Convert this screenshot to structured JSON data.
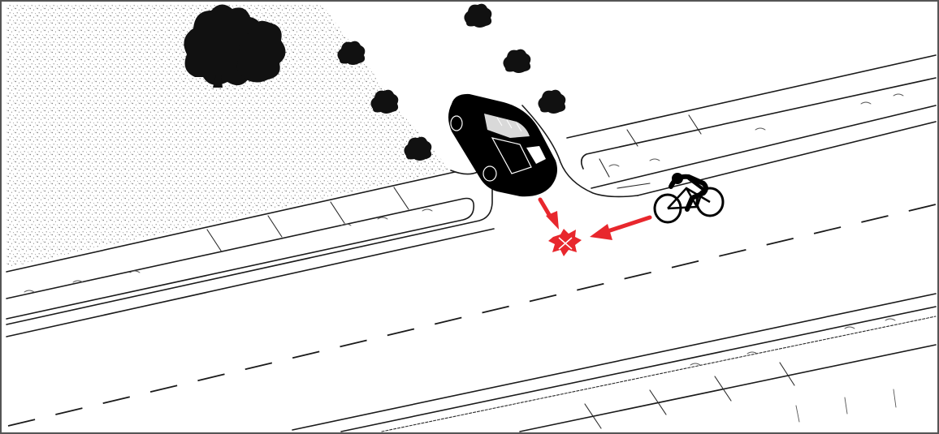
{
  "scene": {
    "kind": "intersection-collision-illustration",
    "elements": {
      "car": {
        "color": "#000000",
        "motion": "turning-right-out-of-side-street"
      },
      "bicycle_rider": {
        "motion": "riding-left-along-near-side-of-main-road"
      },
      "impact_marker": {
        "icon": "collision-burst-icon",
        "color": "#e8272d"
      },
      "grass_area": {
        "texture": "stipple",
        "location": "upper-left"
      },
      "trees": {
        "count": 7
      }
    }
  },
  "colors": {
    "impact": "#e8272d",
    "ink": "#000000",
    "background": "#ffffff",
    "border": "#555555"
  }
}
